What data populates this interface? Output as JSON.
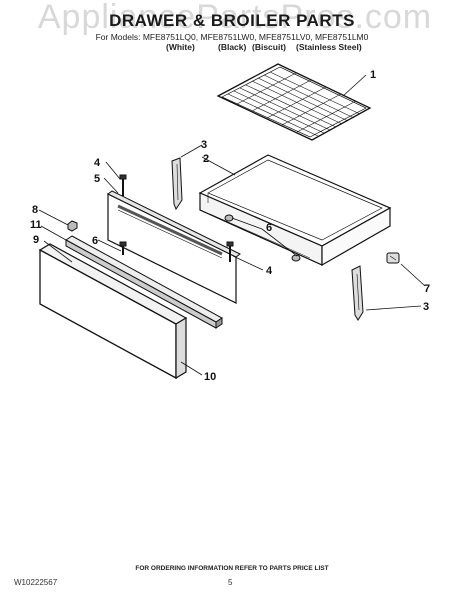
{
  "watermark": "AppliancePartsPros.com",
  "title": "DRAWER & BROILER PARTS",
  "models_line": "For Models: MFE8751LQ0, MFE8751LW0, MFE8751LV0, MFE8751LM0",
  "colors": [
    "(White)",
    "(Black)",
    "(Biscuit)",
    "(Stainless Steel)"
  ],
  "callouts": {
    "c1": "1",
    "c2": "2",
    "c3a": "3",
    "c3b": "3",
    "c4a": "4",
    "c4b": "4",
    "c5": "5",
    "c6a": "6",
    "c6b": "6",
    "c7": "7",
    "c8": "8",
    "c9": "9",
    "c10": "10",
    "c11": "11"
  },
  "footer": {
    "order_note": "FOR ORDERING INFORMATION REFER TO PARTS PRICE LIST",
    "doc_number": "W10222567",
    "page": "5"
  }
}
